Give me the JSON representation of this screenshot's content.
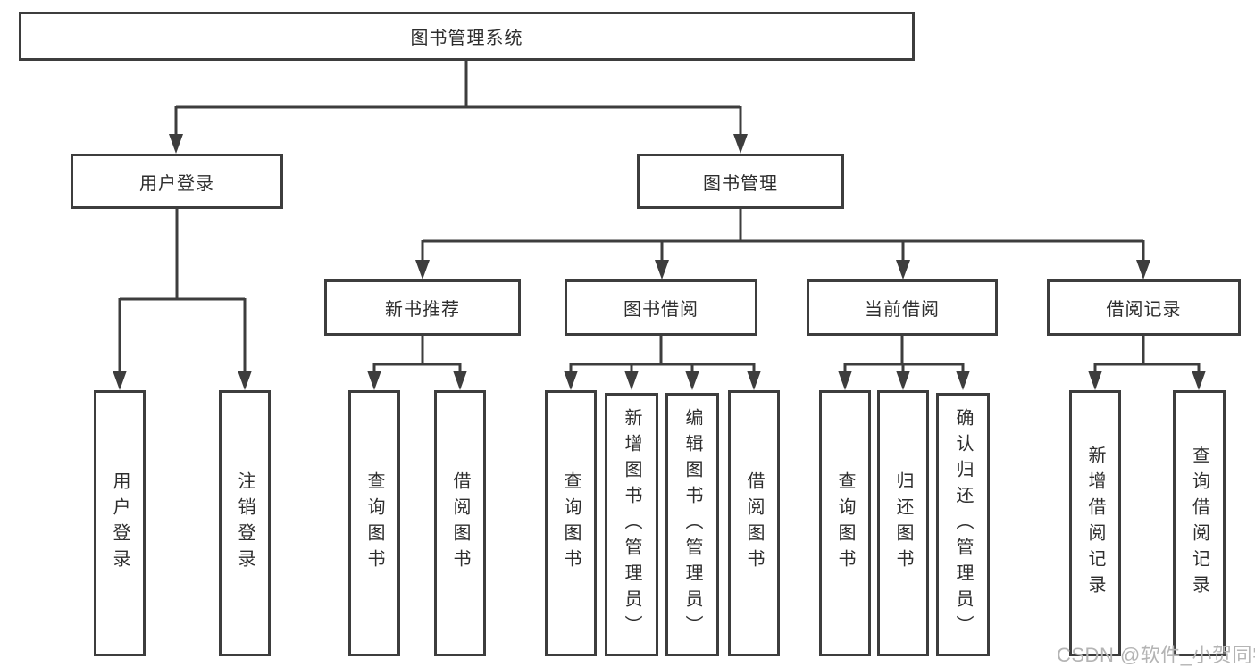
{
  "tree": {
    "root": {
      "label": "图书管理系统"
    },
    "children": [
      {
        "label": "用户登录",
        "children": [
          {
            "label": "用户登录"
          },
          {
            "label": "注销登录"
          }
        ]
      },
      {
        "label": "图书管理",
        "children": [
          {
            "label": "新书推荐",
            "children": [
              {
                "label": "查询图书"
              },
              {
                "label": "借阅图书"
              }
            ]
          },
          {
            "label": "图书借阅",
            "children": [
              {
                "label": "查询图书"
              },
              {
                "label": "新增图书（管理员）"
              },
              {
                "label": "编辑图书（管理员）"
              },
              {
                "label": "借阅图书"
              }
            ]
          },
          {
            "label": "当前借阅",
            "children": [
              {
                "label": "查询图书"
              },
              {
                "label": "归还图书"
              },
              {
                "label": "确认归还（管理员）"
              }
            ]
          },
          {
            "label": "借阅记录",
            "children": [
              {
                "label": "新增借阅记录"
              },
              {
                "label": "查询借阅记录"
              }
            ]
          }
        ]
      }
    ]
  },
  "watermark": {
    "text": "CSDN @软件_小贺同学"
  },
  "colors": {
    "line": "#3d3d3d",
    "text": "#2e2e2e",
    "watermark": "#b4b4b4",
    "background": "#ffffff"
  }
}
